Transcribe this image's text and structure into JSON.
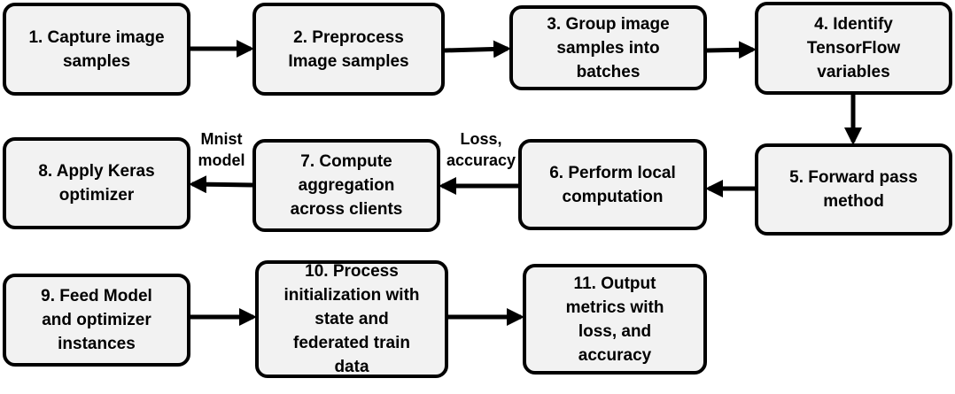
{
  "steps": [
    {
      "id": "step-1",
      "label": "1. Capture image\nsamples"
    },
    {
      "id": "step-2",
      "label": "2. Preprocess\nImage samples"
    },
    {
      "id": "step-3",
      "label": "3. Group image\nsamples into\nbatches"
    },
    {
      "id": "step-4",
      "label": "4. Identify\nTensorFlow\nvariables"
    },
    {
      "id": "step-5",
      "label": "5. Forward pass\nmethod"
    },
    {
      "id": "step-6",
      "label": "6. Perform local\ncomputation"
    },
    {
      "id": "step-7",
      "label": "7. Compute\naggregation\nacross clients"
    },
    {
      "id": "step-8",
      "label": "8. Apply Keras\noptimizer"
    },
    {
      "id": "step-9",
      "label": "9. Feed Model\nand optimizer\ninstances"
    },
    {
      "id": "step-10",
      "label": "10. Process\ninitialization with\nstate and\nfederated train\ndata"
    },
    {
      "id": "step-11",
      "label": "11. Output\nmetrics with\nloss, and\naccuracy"
    }
  ],
  "edge_labels": {
    "step7_to_step8": "Mnist\nmodel",
    "step6_to_step7": "Loss,\naccuracy"
  },
  "colors": {
    "box_fill": "#f2f2f2",
    "box_border": "#000000",
    "arrow": "#000000"
  }
}
